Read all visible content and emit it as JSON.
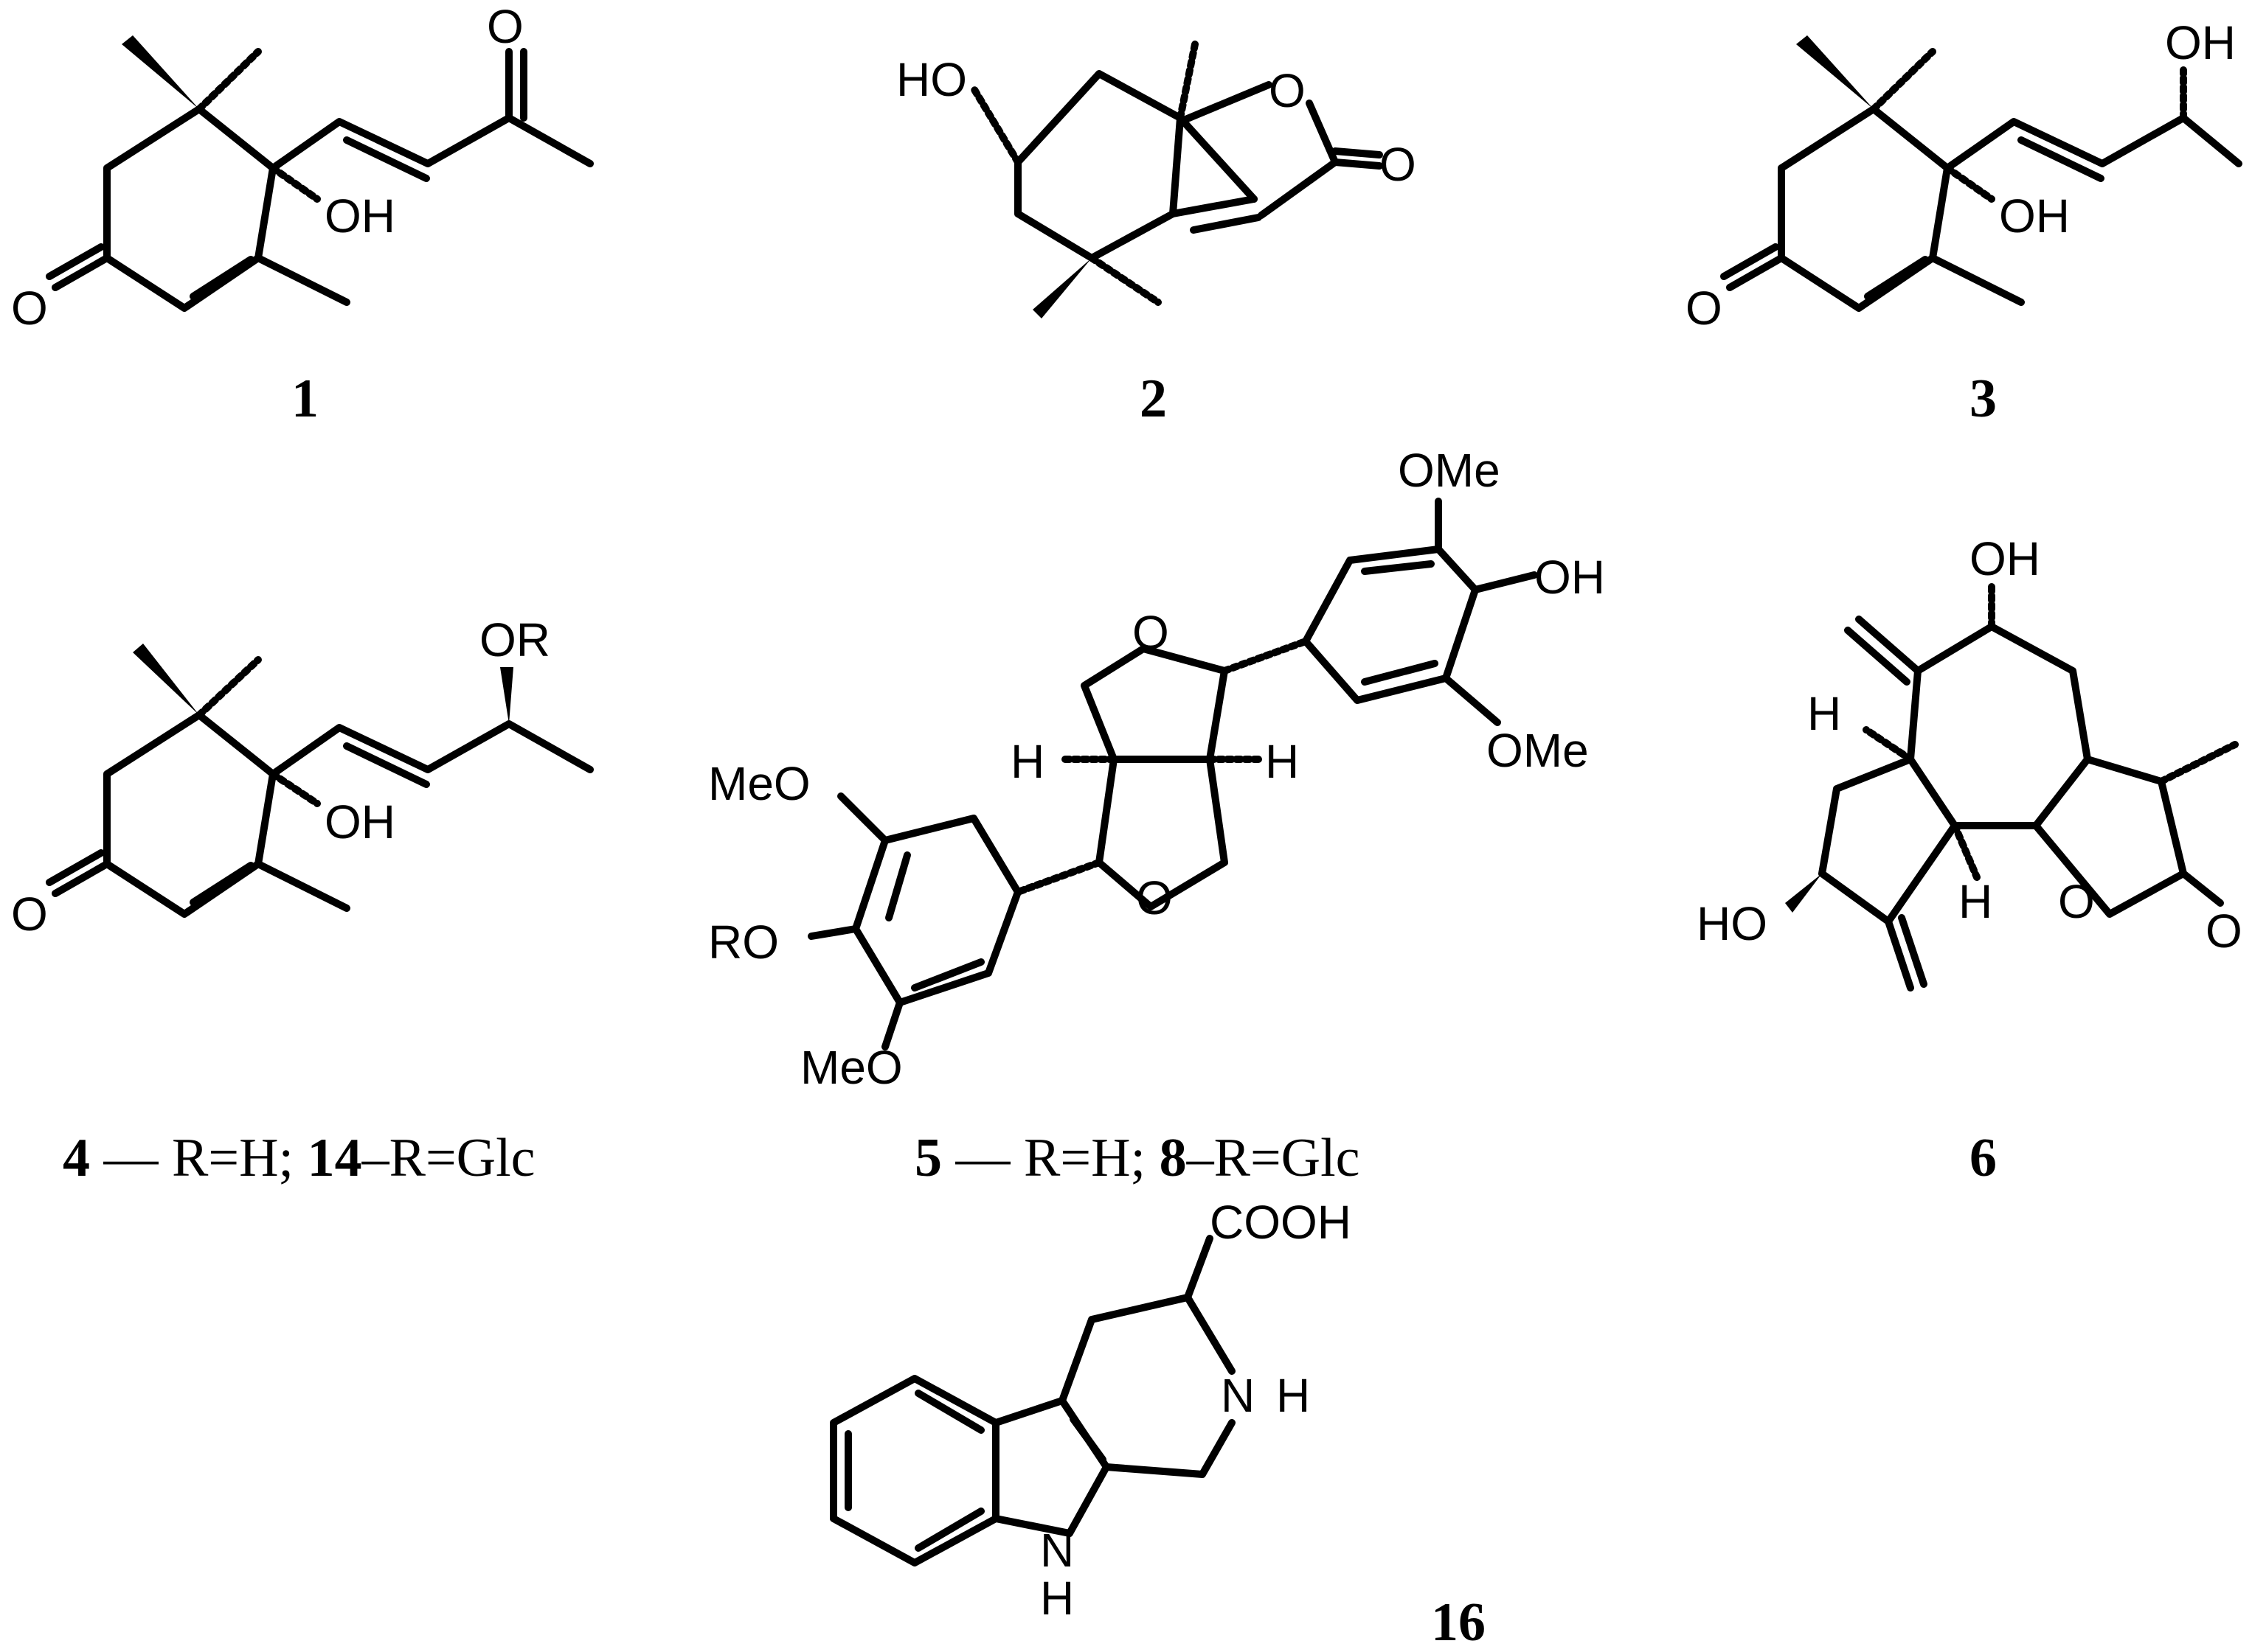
{
  "colors": {
    "ink": "#000000",
    "background": "#ffffff"
  },
  "atoms": {
    "O": "O",
    "OH": "OH",
    "HO": "HO",
    "OR": "OR",
    "OMe": "OMe",
    "MeO": "MeO",
    "RO": "RO",
    "H": "H",
    "N": "N",
    "COOH": "COOH"
  },
  "compounds": [
    {
      "label": "1"
    },
    {
      "label": "2"
    },
    {
      "label": "3"
    },
    {
      "label": "6"
    },
    {
      "label": "16"
    }
  ],
  "compound_4_caption": {
    "num_a": "4",
    "dash_a": " — ",
    "text_a": "R=H; ",
    "num_b": "14",
    "text_b": "–R=Glc"
  },
  "compound_5_caption": {
    "num_a": "5",
    "dash_a": " — ",
    "text_a": "R=H; ",
    "num_b": "8",
    "text_b": "–R=Glc"
  }
}
